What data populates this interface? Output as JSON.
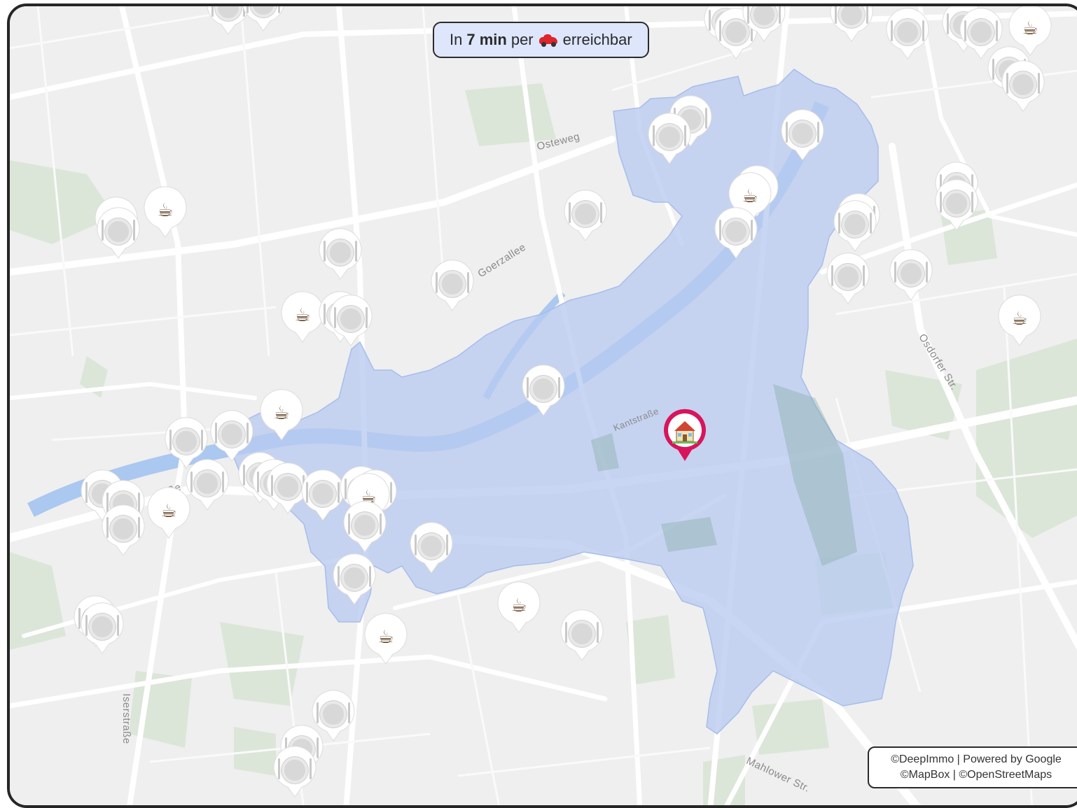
{
  "header": {
    "prefix": "In",
    "duration": "7 min",
    "per": "per",
    "mode_icon": "car-icon",
    "suffix": "erreichbar"
  },
  "streets": {
    "osteweg": "Osteweg",
    "goerzallee": "Goerzallee",
    "kantstrasse": "Kantstraße",
    "osdorfer": "Osdorfer Str.",
    "iserstrasse": "Iserstraße",
    "mahlower": "Mahlower Str.",
    "partial_strasse": "traße"
  },
  "attribution": {
    "line1": "©DeepImmo | Powered by Google",
    "line2": "©MapBox | ©OpenStreetMaps"
  },
  "colors": {
    "isochrone_fill": "#b9cbf0",
    "map_background": "#efefef",
    "road": "#ffffff",
    "park": "#dbe6d9",
    "water": "#aac8f0",
    "home_marker": "#d8155b",
    "header_bg": "#dde6fb"
  },
  "markers": {
    "home": {
      "type": "home",
      "icon": "house-icon"
    },
    "poi_icons": [
      "restaurant-icon",
      "cafe-icon"
    ]
  }
}
